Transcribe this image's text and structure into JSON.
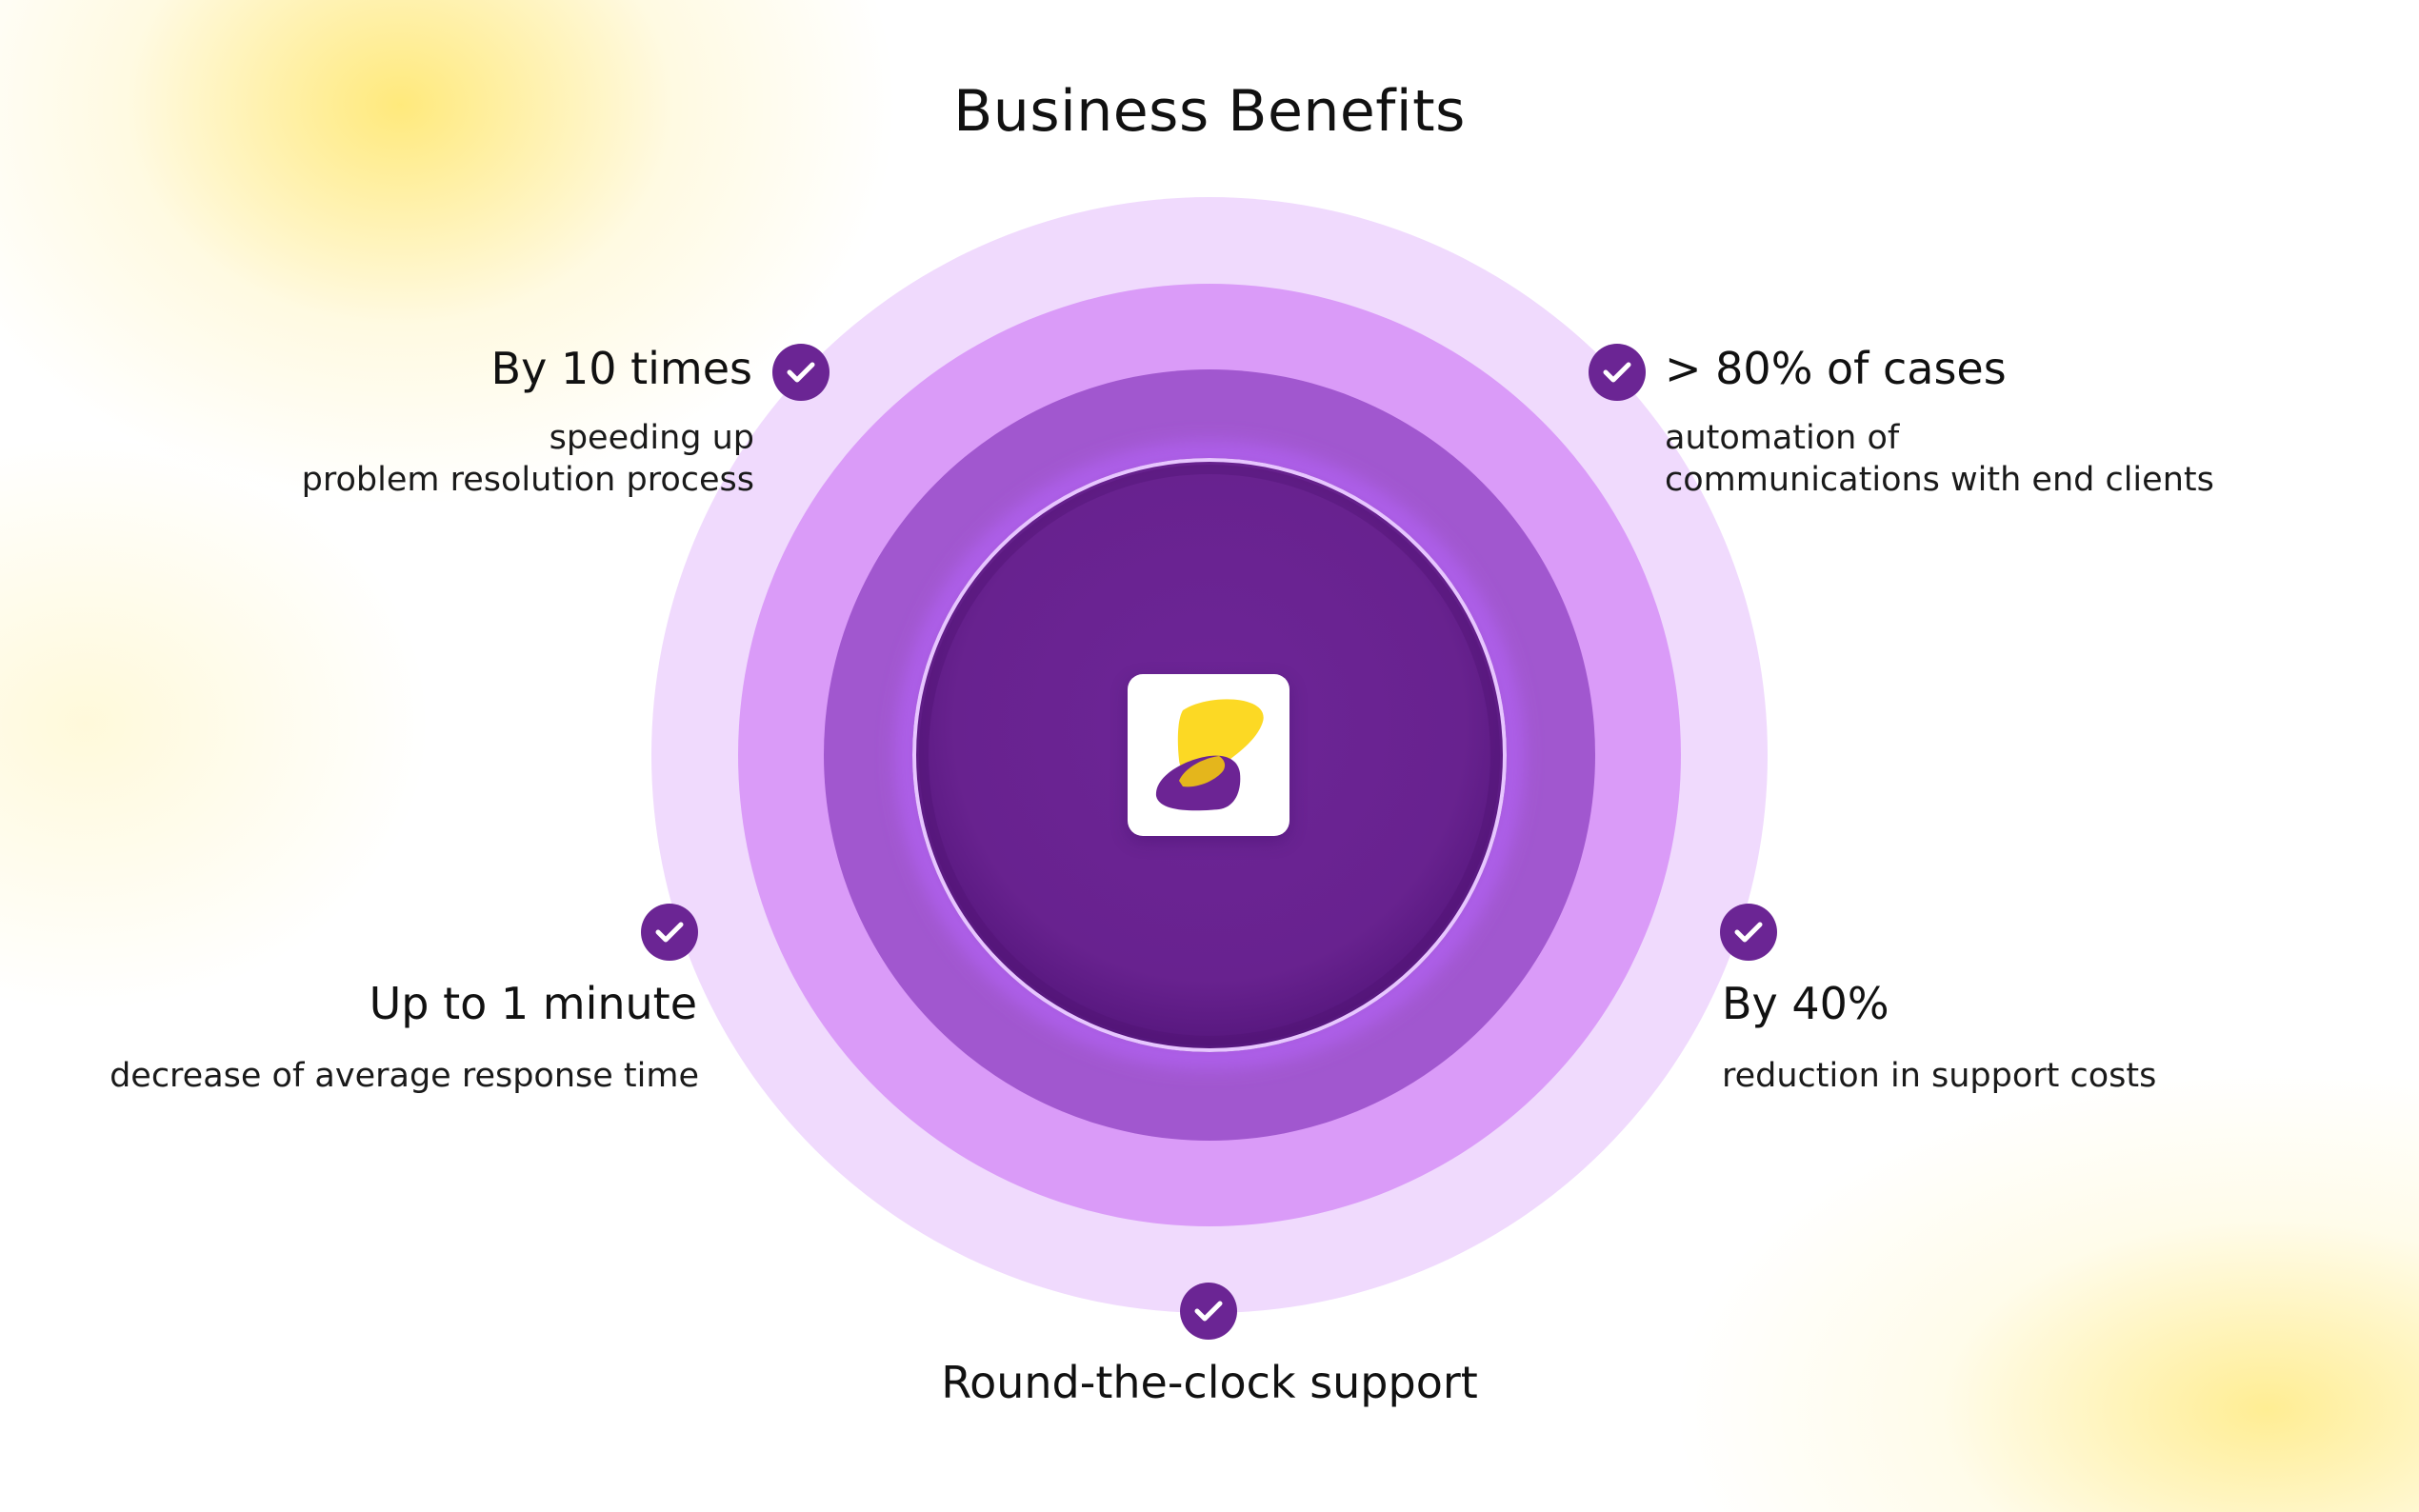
{
  "title": "Business Benefits",
  "colors": {
    "ring_outer": "#f0dafd",
    "ring_second": "#da9bf8",
    "ring_third": "#a157cf",
    "core": "#6a2494",
    "core_glow": "#c98cff",
    "check_badge": "#6b2594",
    "logo_yellow": "#fcd924",
    "logo_purple": "#6c2494",
    "background_accent": "#ffe250"
  },
  "center_logo": {
    "icon": "brand-logo-icon"
  },
  "benefits": [
    {
      "icon": "check-icon",
      "headline": "By 10 times",
      "description": [
        "speeding up",
        "problem resolution process"
      ]
    },
    {
      "icon": "check-icon",
      "headline": "> 80% of cases",
      "description": [
        "automation of",
        "communications with end clients"
      ]
    },
    {
      "icon": "check-icon",
      "headline": "Up to 1 minute",
      "description": [
        "decrease of average response time"
      ]
    },
    {
      "icon": "check-icon",
      "headline": "By 40%",
      "description": [
        "reduction in support costs"
      ]
    },
    {
      "icon": "check-icon",
      "headline": "Round-the-clock support",
      "description": []
    }
  ]
}
